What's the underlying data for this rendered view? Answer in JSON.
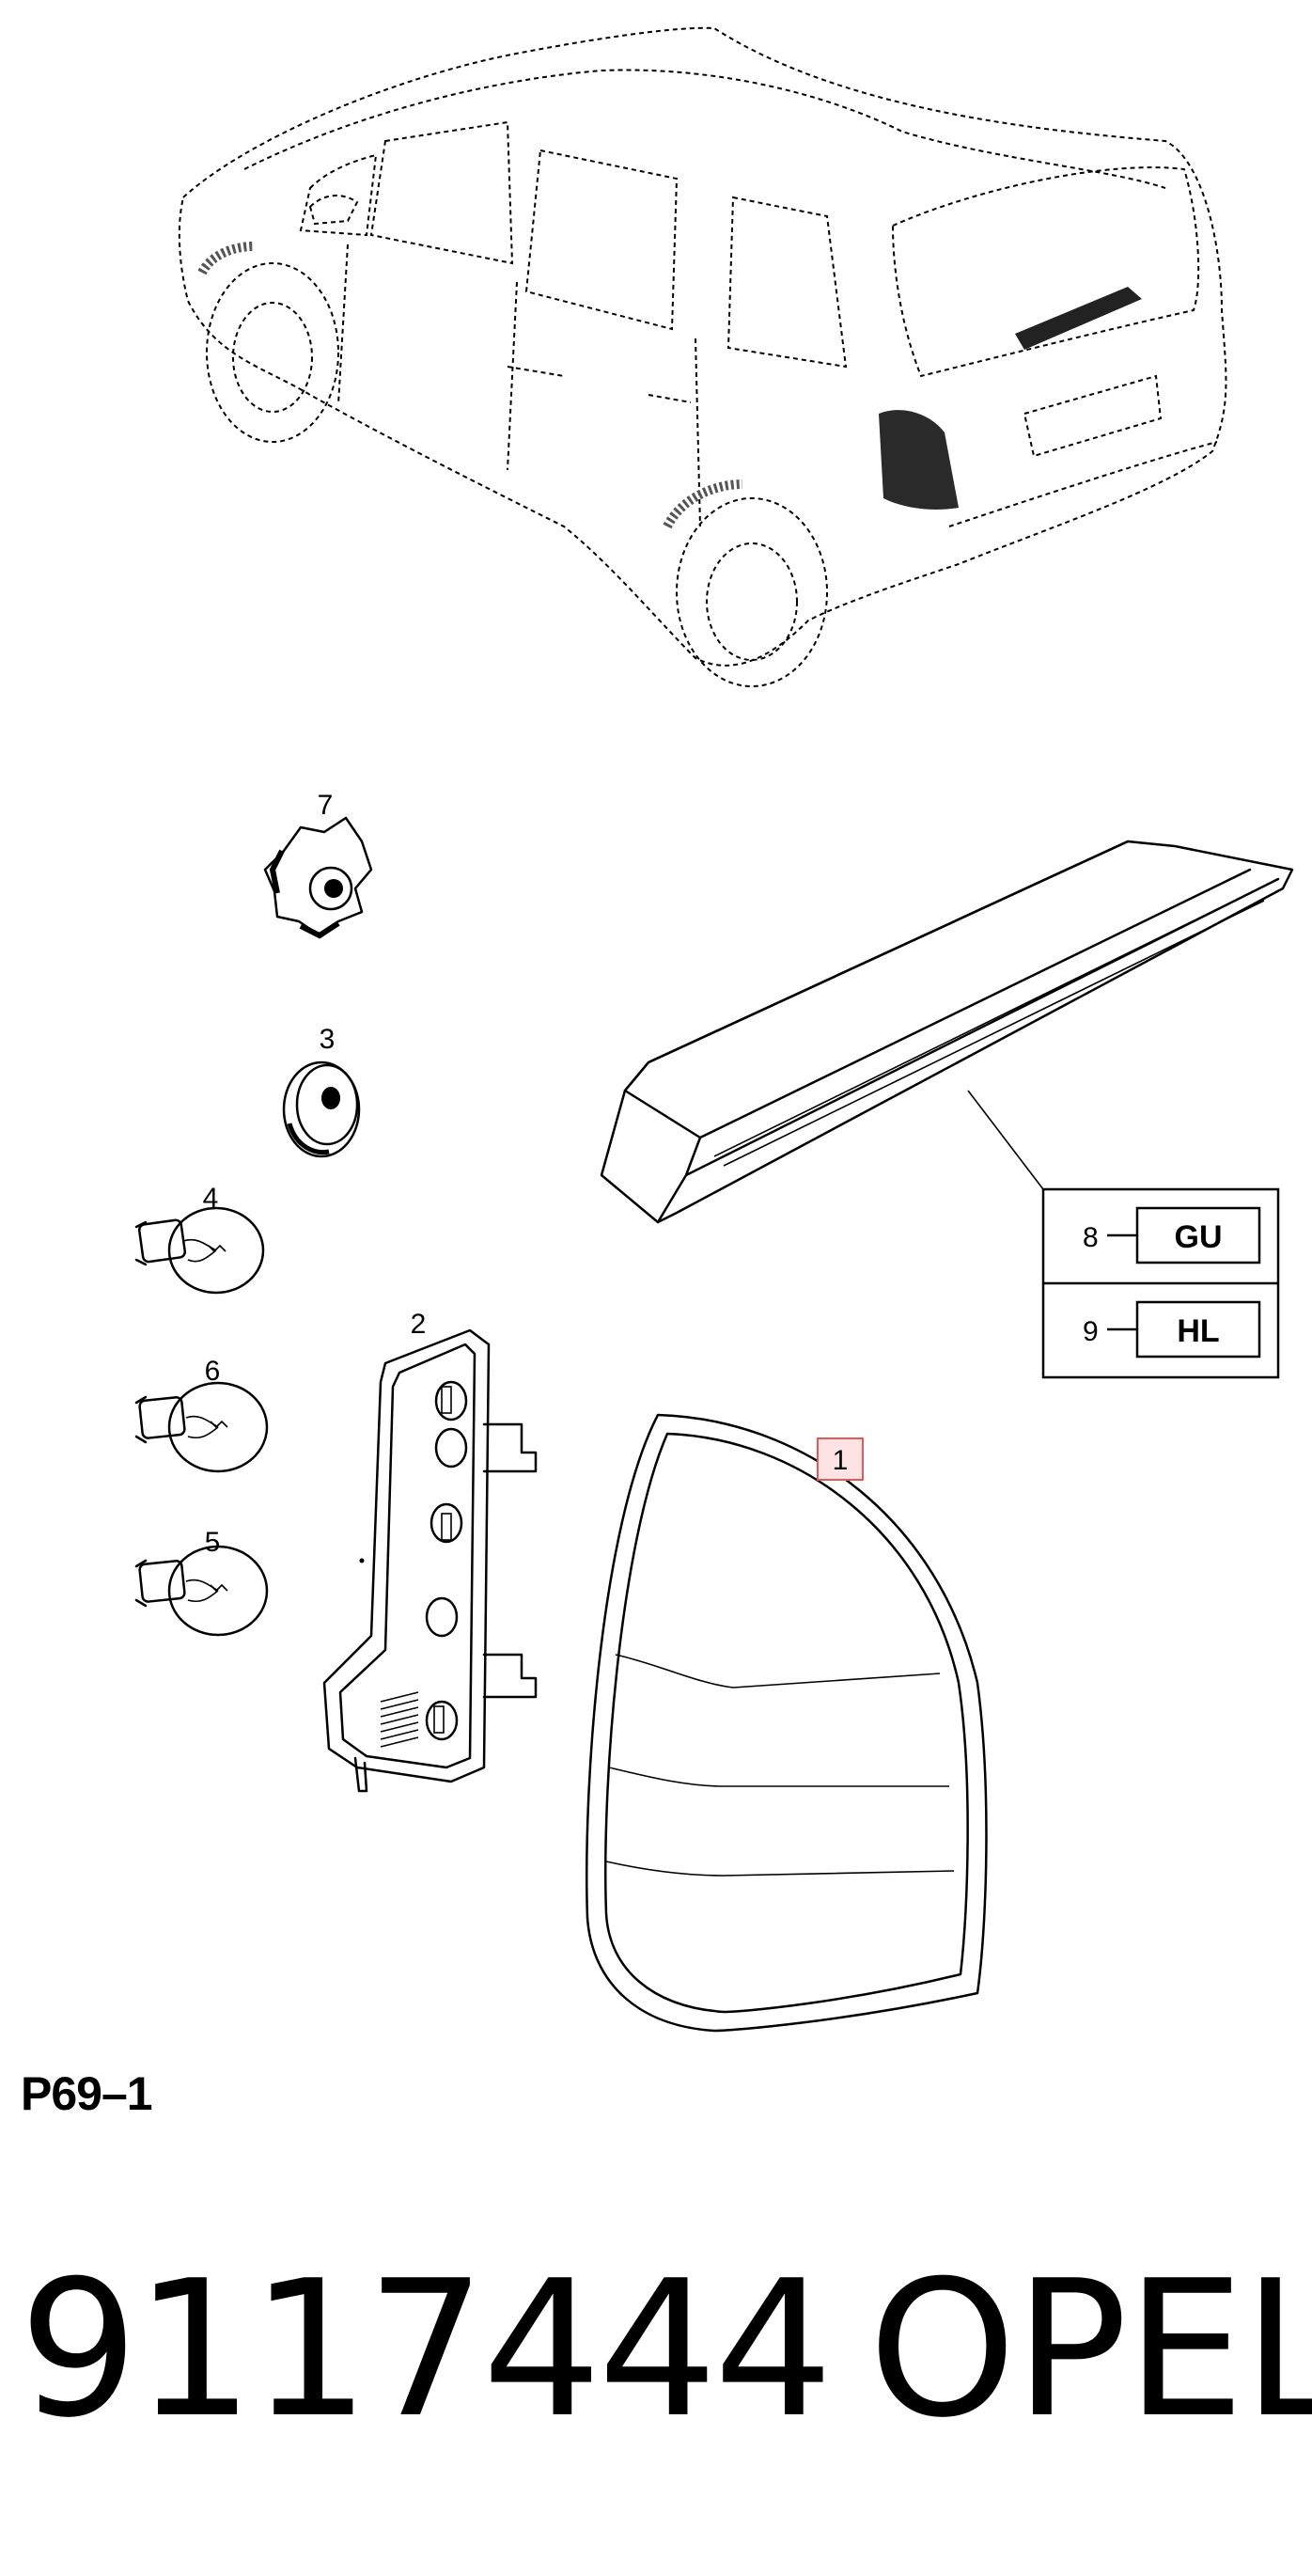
{
  "diagram": {
    "callouts": {
      "c1": "1",
      "c2": "2",
      "c3": "3",
      "c4": "4",
      "c5": "5",
      "c6": "6",
      "c7": "7",
      "c8": "8",
      "c9": "9"
    },
    "variant_boxes": {
      "gu": "GU",
      "hl": "HL"
    },
    "highlight_color": "#e05a5a"
  },
  "footer": {
    "reference": "P69–1",
    "part_number": "9117444",
    "brand": "OPEL"
  }
}
